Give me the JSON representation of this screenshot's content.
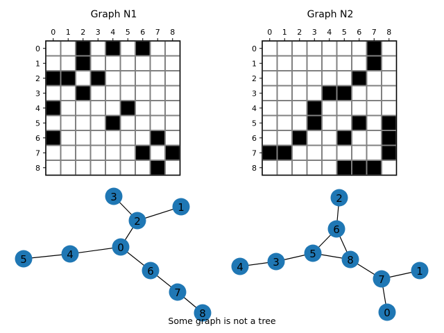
{
  "caption": "Some graph is not a tree",
  "node_color": "#1f77b4",
  "cell_filled_color": "#000000",
  "cell_empty_color": "#ffffff",
  "grid_line_color": "#808080",
  "graphs": [
    {
      "title": "Graph N1",
      "labels": [
        "0",
        "1",
        "2",
        "3",
        "4",
        "5",
        "6",
        "7",
        "8"
      ],
      "matrix": [
        [
          0,
          0,
          1,
          0,
          1,
          0,
          1,
          0,
          0
        ],
        [
          0,
          0,
          1,
          0,
          0,
          0,
          0,
          0,
          0
        ],
        [
          1,
          1,
          0,
          1,
          0,
          0,
          0,
          0,
          0
        ],
        [
          0,
          0,
          1,
          0,
          0,
          0,
          0,
          0,
          0
        ],
        [
          1,
          0,
          0,
          0,
          0,
          1,
          0,
          0,
          0
        ],
        [
          0,
          0,
          0,
          0,
          1,
          0,
          0,
          0,
          0
        ],
        [
          1,
          0,
          0,
          0,
          0,
          0,
          0,
          1,
          0
        ],
        [
          0,
          0,
          0,
          0,
          0,
          0,
          1,
          0,
          1
        ],
        [
          0,
          0,
          0,
          0,
          0,
          0,
          0,
          1,
          0
        ]
      ],
      "edges": [
        [
          0,
          2
        ],
        [
          0,
          4
        ],
        [
          0,
          6
        ],
        [
          1,
          2
        ],
        [
          2,
          3
        ],
        [
          4,
          5
        ],
        [
          6,
          7
        ],
        [
          7,
          8
        ]
      ]
    },
    {
      "title": "Graph N2",
      "labels": [
        "0",
        "1",
        "2",
        "3",
        "4",
        "5",
        "6",
        "7",
        "8"
      ],
      "matrix": [
        [
          0,
          0,
          0,
          0,
          0,
          0,
          0,
          1,
          0
        ],
        [
          0,
          0,
          0,
          0,
          0,
          0,
          0,
          1,
          0
        ],
        [
          0,
          0,
          0,
          0,
          0,
          0,
          1,
          0,
          0
        ],
        [
          0,
          0,
          0,
          0,
          1,
          1,
          0,
          0,
          0
        ],
        [
          0,
          0,
          0,
          1,
          0,
          0,
          0,
          0,
          0
        ],
        [
          0,
          0,
          0,
          1,
          0,
          0,
          1,
          0,
          1
        ],
        [
          0,
          0,
          1,
          0,
          0,
          1,
          0,
          0,
          1
        ],
        [
          1,
          1,
          0,
          0,
          0,
          0,
          0,
          0,
          1
        ],
        [
          0,
          0,
          0,
          0,
          0,
          1,
          1,
          1,
          0
        ]
      ],
      "edges": [
        [
          0,
          7
        ],
        [
          1,
          7
        ],
        [
          2,
          6
        ],
        [
          3,
          4
        ],
        [
          3,
          5
        ],
        [
          5,
          6
        ],
        [
          5,
          8
        ],
        [
          6,
          8
        ],
        [
          7,
          8
        ]
      ]
    }
  ]
}
